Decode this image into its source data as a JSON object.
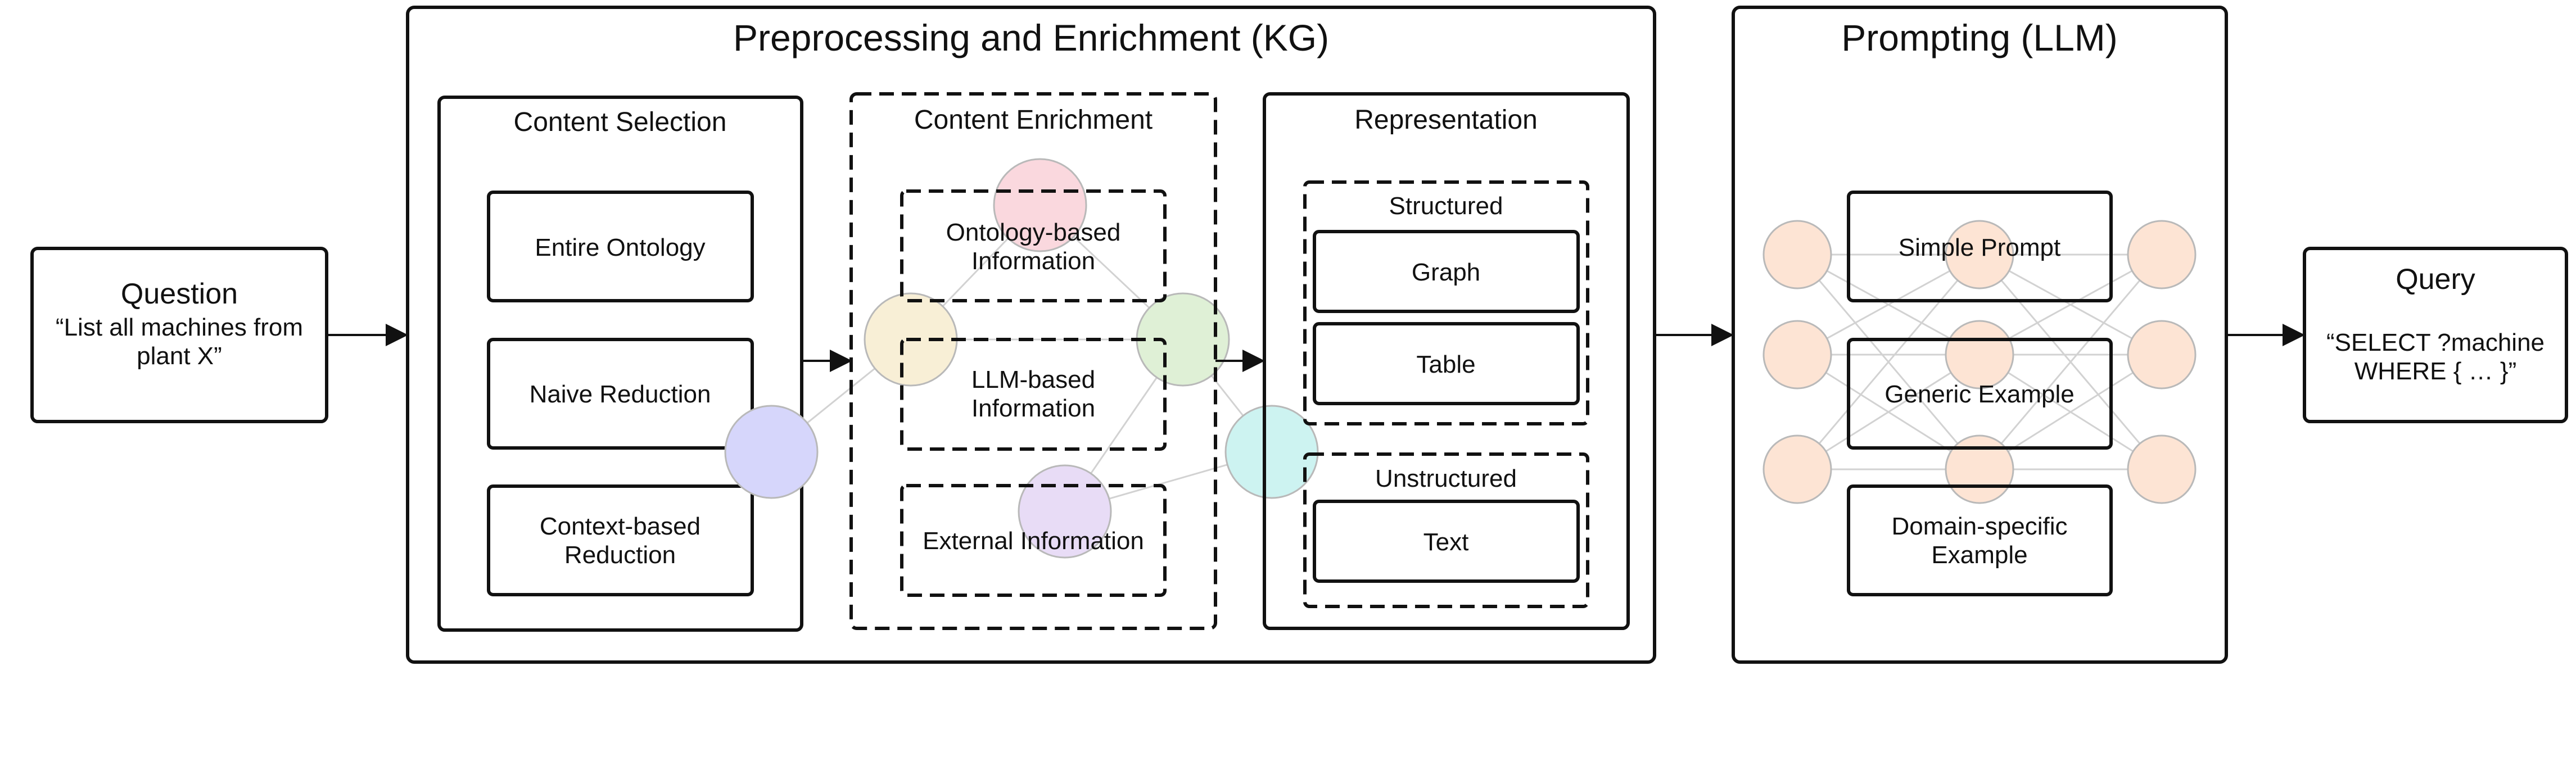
{
  "question": {
    "title": "Question",
    "text_line1": "“List all machines from",
    "text_line2": "plant X”"
  },
  "preprocessing": {
    "title": "Preprocessing and Enrichment (KG)",
    "content_selection": {
      "title": "Content Selection",
      "items": [
        {
          "line1": "Entire Ontology",
          "line2": ""
        },
        {
          "line1": "Naive Reduction",
          "line2": ""
        },
        {
          "line1": "Context-based",
          "line2": "Reduction"
        }
      ]
    },
    "content_enrichment": {
      "title": "Content Enrichment",
      "items": [
        {
          "line1": "Ontology-based",
          "line2": "Information"
        },
        {
          "line1": "LLM-based",
          "line2": "Information"
        },
        {
          "line1": "External Information",
          "line2": ""
        }
      ]
    },
    "representation": {
      "title": "Representation",
      "structured": {
        "title": "Structured",
        "items": [
          "Graph",
          "Table"
        ]
      },
      "unstructured": {
        "title": "Unstructured",
        "items": [
          "Text"
        ]
      }
    }
  },
  "prompting": {
    "title": "Prompting (LLM)",
    "items": [
      {
        "line1": "Simple Prompt",
        "line2": ""
      },
      {
        "line1": "Generic Example",
        "line2": ""
      },
      {
        "line1": "Domain-specific",
        "line2": "Example"
      }
    ]
  },
  "query": {
    "title": "Query",
    "text_line1": "“SELECT ?machine",
    "text_line2": "WHERE { … }”"
  },
  "colors": {
    "kg_node_blue": "#d6d6fb",
    "kg_node_yellow": "#f8efd6",
    "kg_node_pink": "#fad8de",
    "kg_node_green": "#dff0d6",
    "kg_node_purple": "#e8dcf6",
    "kg_node_cyan": "#cdf3f1",
    "nn_node_peach": "#fde4d4"
  }
}
